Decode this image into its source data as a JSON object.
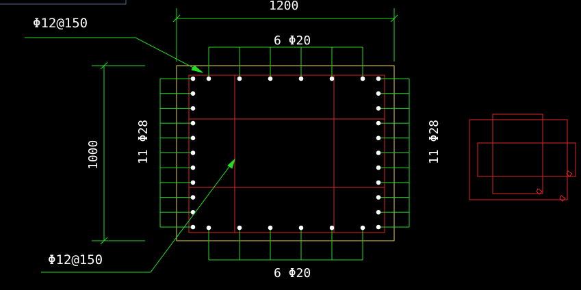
{
  "colors": {
    "background": "#000000",
    "section_outline": "#e6d84a",
    "stirrup": "#e0262a",
    "rebar": "#ffffff",
    "leader_and_dimension": "#22dd22",
    "text": "#ffffff",
    "ui_frame": "#5a6a9a"
  },
  "annotations": {
    "stirrup_top": "Φ12@150",
    "stirrup_bottom": "Φ12@150",
    "top_bars": "6 Φ20",
    "bottom_bars": "6 Φ20",
    "left_bars": "11 Φ28",
    "right_bars": "11 Φ28"
  },
  "dimensions": {
    "width_label": "1200",
    "height_label": "1000"
  },
  "section": {
    "top_bar_count": 6,
    "bottom_bar_count": 6,
    "left_bar_count": 11,
    "right_bar_count": 11
  }
}
